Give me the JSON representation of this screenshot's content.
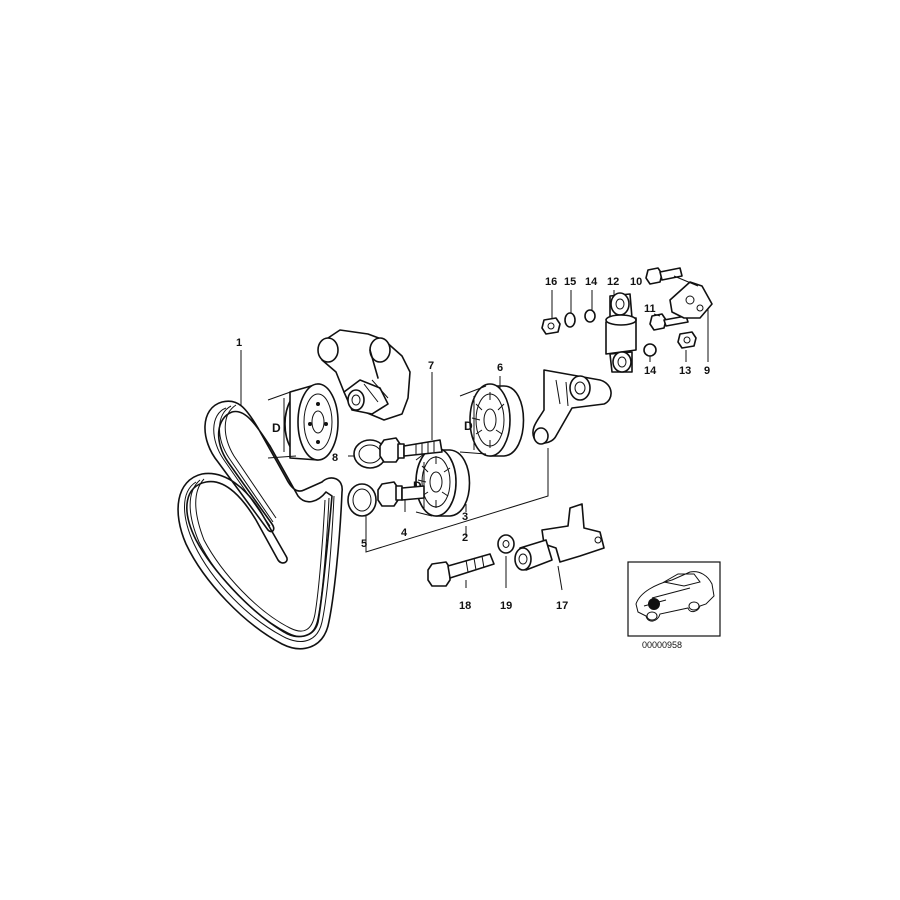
{
  "callouts": {
    "c1": "1",
    "c2": "2",
    "c3": "3",
    "c4": "4",
    "c5": "5",
    "c6": "6",
    "c7": "7",
    "c8": "8",
    "c9": "9",
    "c10": "10",
    "c11": "11",
    "c12": "12",
    "c13": "13",
    "c14a": "14",
    "c14b": "14",
    "c15": "15",
    "c16": "16",
    "c17": "17",
    "c18": "18",
    "c19": "19"
  },
  "dimension_labels": {
    "d1": "D",
    "d2": "D",
    "d3": "D"
  },
  "diagram_code": "00000958",
  "icons": [
    "ribbed-belt",
    "crankshaft-pulley",
    "idler-pulley",
    "tensioner-pulley",
    "belt-tensioner-bracket",
    "hydraulic-damper",
    "vehicle-locator-thumbnail"
  ]
}
